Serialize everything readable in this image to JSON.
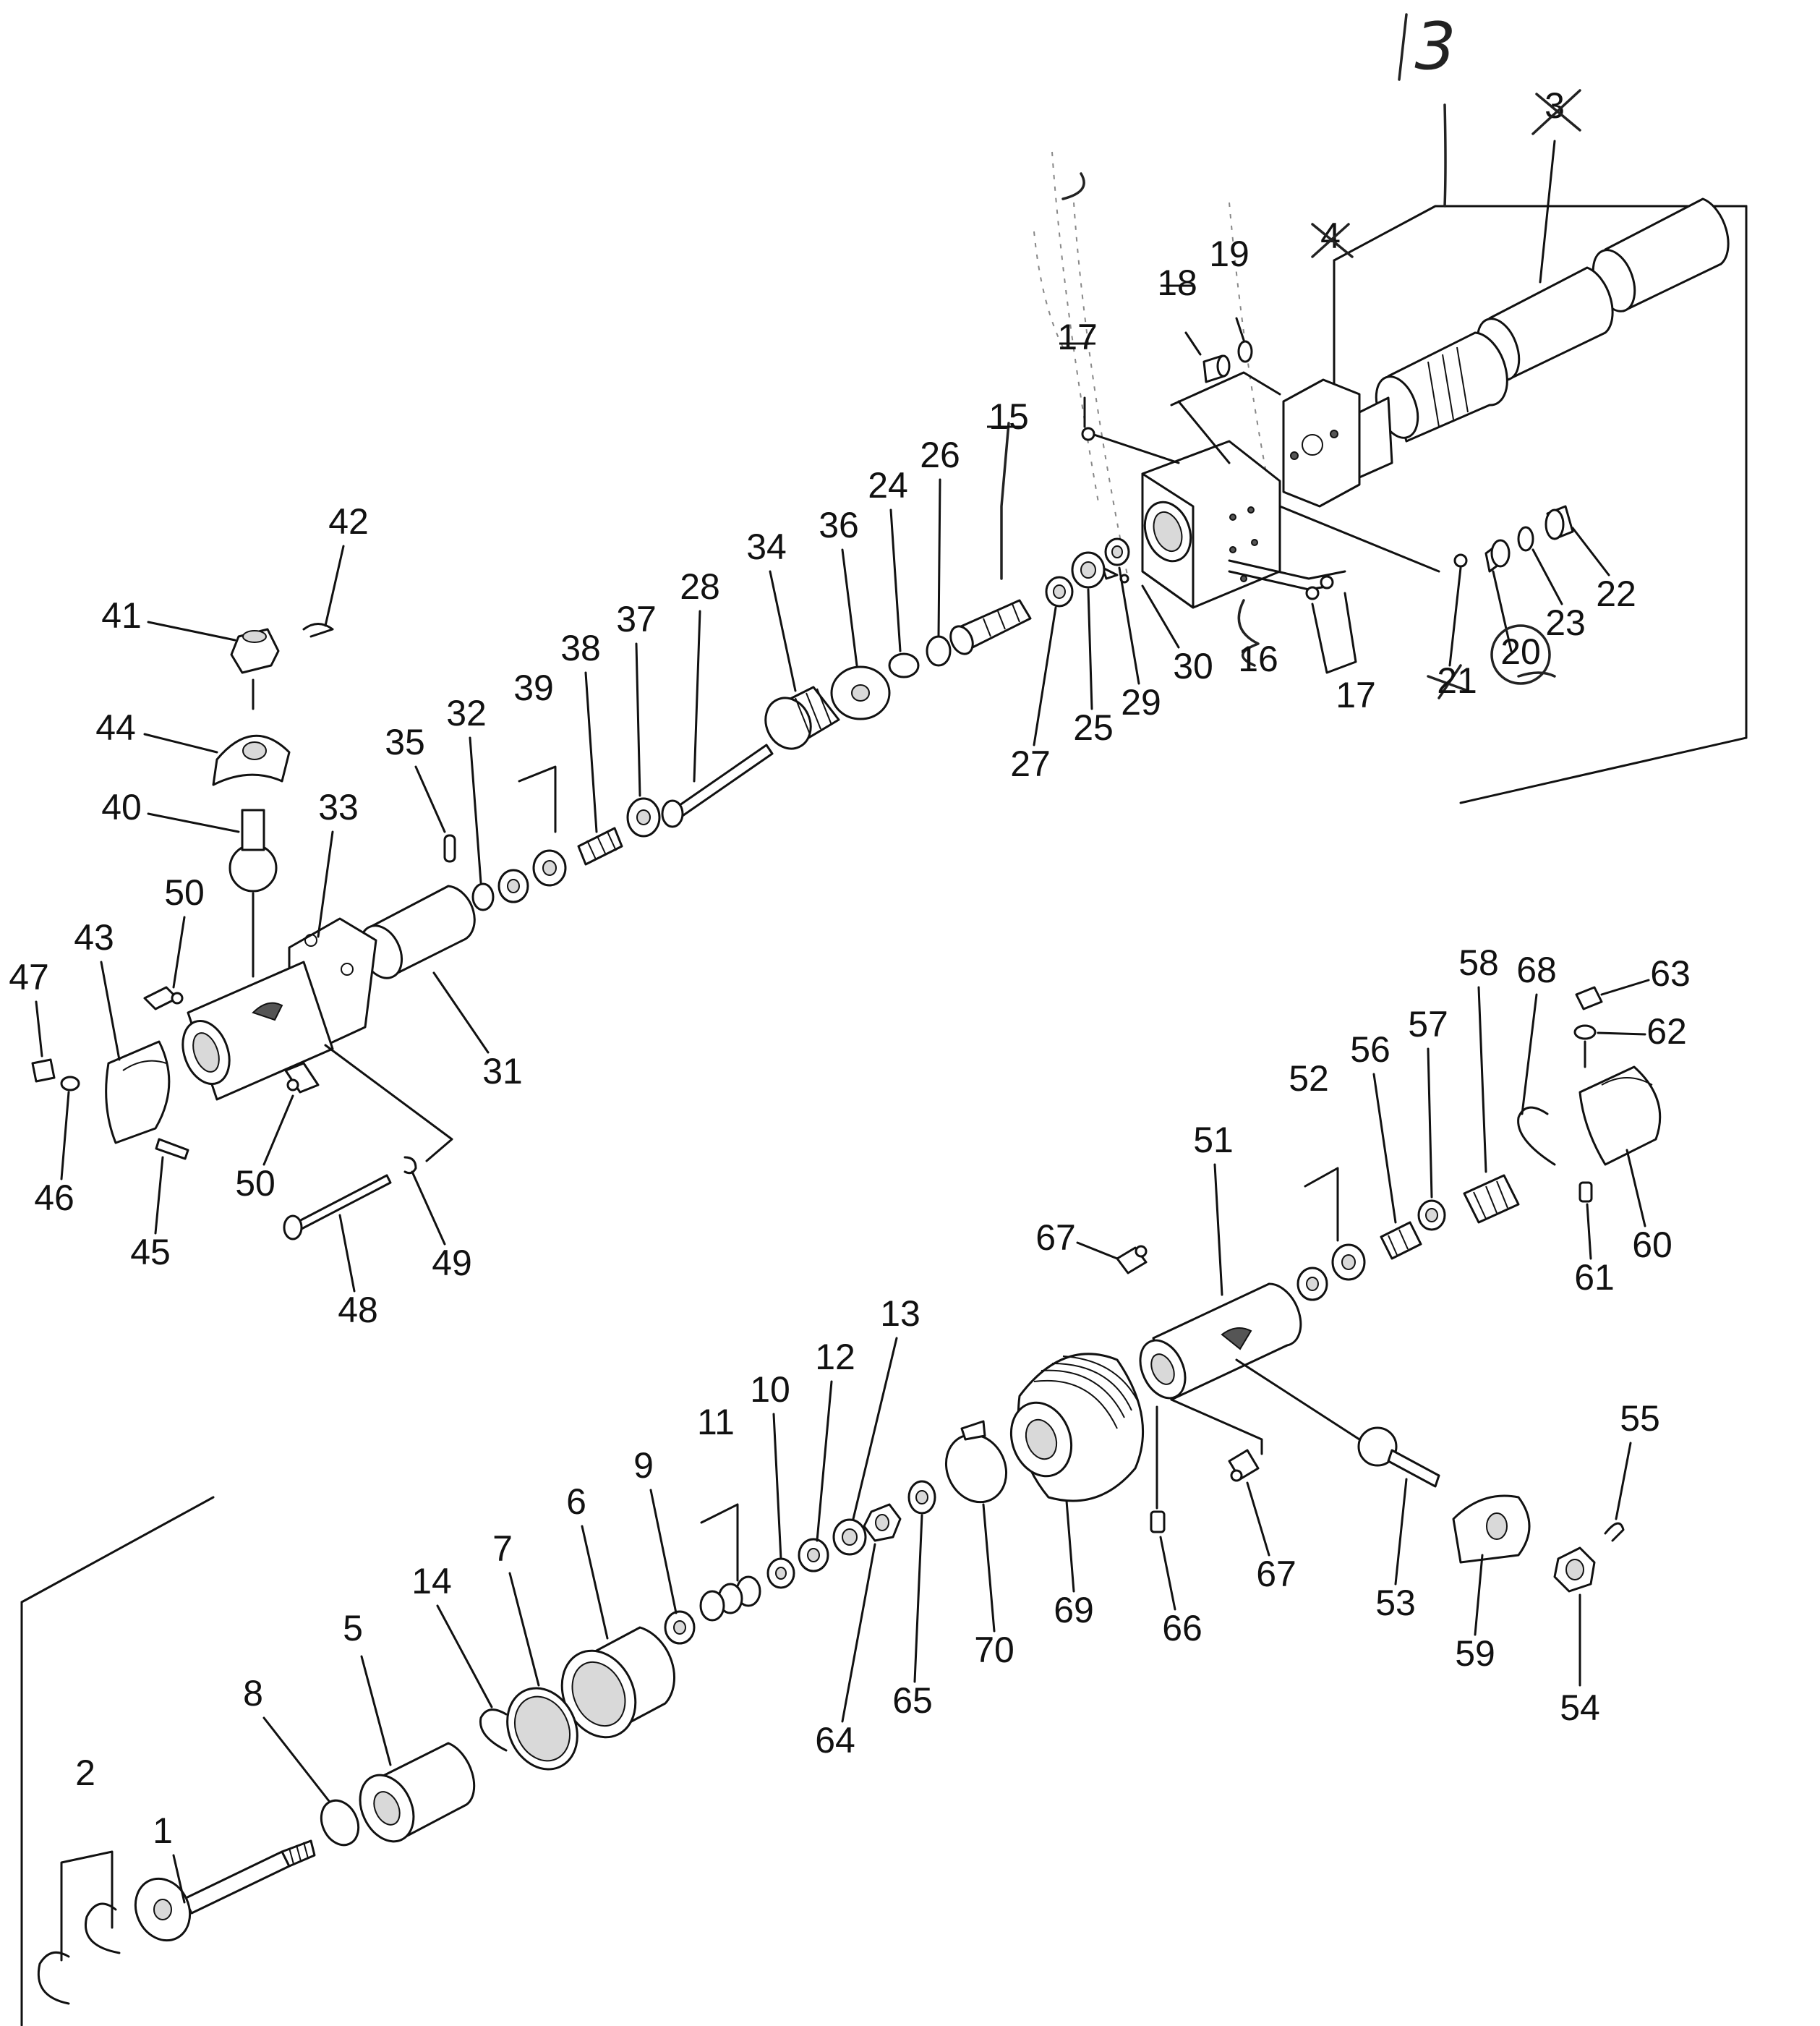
{
  "diagram": {
    "sheet_mark": "3",
    "top_marks": {
      "mark_4": "4",
      "mark_3": "3"
    },
    "part_numbers": {
      "p1": "1",
      "p2": "2",
      "p5": "5",
      "p6": "6",
      "p7": "7",
      "p8": "8",
      "p9": "9",
      "p10": "10",
      "p11": "11",
      "p12": "12",
      "p13": "13",
      "p14": "14",
      "p15": "15",
      "p16": "16",
      "p17a": "17",
      "p17b": "17",
      "p18": "18",
      "p19": "19",
      "p20": "20",
      "p21": "21",
      "p22": "22",
      "p23": "23",
      "p24": "24",
      "p25": "25",
      "p26": "26",
      "p27": "27",
      "p28": "28",
      "p29": "29",
      "p30": "30",
      "p31": "31",
      "p32": "32",
      "p33": "33",
      "p34": "34",
      "p35": "35",
      "p36": "36",
      "p37": "37",
      "p38": "38",
      "p39": "39",
      "p40": "40",
      "p41": "41",
      "p42": "42",
      "p43": "43",
      "p44": "44",
      "p45": "45",
      "p46": "46",
      "p47": "47",
      "p48": "48",
      "p49": "49",
      "p50a": "50",
      "p50b": "50",
      "p51": "51",
      "p52": "52",
      "p53": "53",
      "p54": "54",
      "p55": "55",
      "p56": "56",
      "p57": "57",
      "p58": "58",
      "p59": "59",
      "p60": "60",
      "p61": "61",
      "p62": "62",
      "p63": "63",
      "p64": "64",
      "p65": "65",
      "p66": "66",
      "p67a": "67",
      "p67b": "67",
      "p68": "68",
      "p69": "69",
      "p70": "70"
    }
  }
}
